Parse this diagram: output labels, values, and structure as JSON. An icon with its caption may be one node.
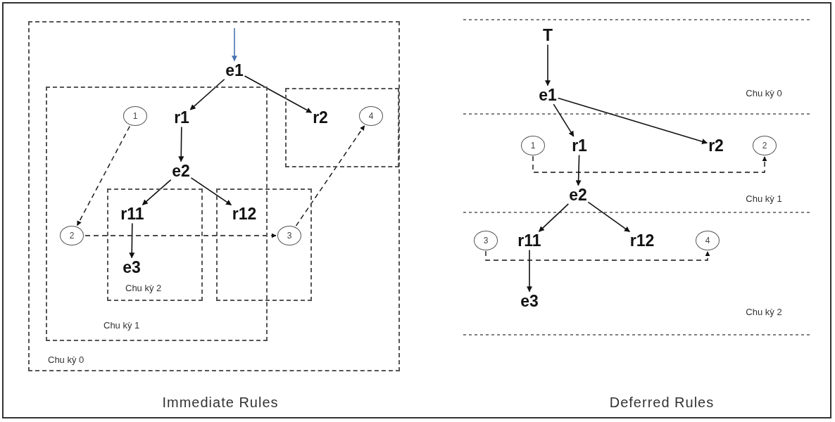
{
  "diagram": {
    "nodes": [
      {
        "text": [
          "Chu kỳ 0"
        ]
      },
      {
        "text": [
          "e1"
        ],
        "in": 0
      },
      {
        "text": [
          "Chu kỳ 1"
        ],
        "in": 0
      },
      {
        "text": [
          "1"
        ],
        "in": 2
      },
      {
        "text": [
          "r1"
        ],
        "in": 2
      },
      {
        "text": [],
        "shape": "box",
        "in": 0
      },
      {
        "text": [
          "r2"
        ],
        "in": 5
      },
      {
        "text": [
          "4"
        ],
        "in": 5
      },
      {
        "text": [
          "e2"
        ],
        "in": 2
      },
      {
        "text": [
          "Chu kỳ 2"
        ],
        "in": 2
      },
      {
        "text": [
          "r11"
        ],
        "in": 9
      },
      {
        "text": [],
        "shape": "box",
        "in": 0
      },
      {
        "text": [
          "r12"
        ]
      },
      {
        "text": [
          "2"
        ],
        "in": 2
      },
      {
        "text": [
          "3"
        ],
        "in": 11
      },
      {
        "text": [
          "e3"
        ],
        "in": 9
      },
      {
        "text": [
          "T"
        ]
      },
      {
        "text": [
          "e1"
        ]
      },
      {
        "text": [
          "1"
        ]
      },
      {
        "text": [
          "r1"
        ]
      },
      {
        "text": [
          "r2"
        ]
      },
      {
        "text": [
          "2"
        ]
      },
      {
        "text": [
          "e2"
        ]
      },
      {
        "text": [
          "3"
        ]
      },
      {
        "text": [
          "r11"
        ]
      },
      {
        "text": [
          "r12"
        ]
      },
      {
        "text": [
          "4"
        ]
      },
      {
        "text": [
          "e3"
        ]
      }
    ],
    "edges": [
      {
        "from": null,
        "to": 1,
        "arrow": "to",
        "color": "#4a72b0"
      },
      {
        "from": 1,
        "to": 4,
        "arrow": "to"
      },
      {
        "from": 1,
        "to": 6,
        "arrow": "to"
      },
      {
        "from": 4,
        "to": 8,
        "arrow": "to"
      },
      {
        "from": 8,
        "to": 10,
        "arrow": "to"
      },
      {
        "from": 8,
        "to": 12,
        "arrow": "to"
      },
      {
        "from": 10,
        "to": 15,
        "arrow": "to"
      },
      {
        "from": 3,
        "to": 13,
        "arrow": "to",
        "style": "dashed"
      },
      {
        "from": 13,
        "to": 14,
        "arrow": "to",
        "style": "dashed"
      },
      {
        "from": 14,
        "to": 7,
        "arrow": "to",
        "style": "dashed"
      },
      {
        "from": 16,
        "to": 17,
        "arrow": "to"
      },
      {
        "from": 17,
        "to": 19,
        "arrow": "to"
      },
      {
        "from": 17,
        "to": 20,
        "arrow": "to"
      },
      {
        "from": 19,
        "to": 22,
        "arrow": "to"
      },
      {
        "from": 22,
        "to": 24,
        "arrow": "to"
      },
      {
        "from": 22,
        "to": 25,
        "arrow": "to"
      },
      {
        "from": 24,
        "to": 27,
        "arrow": "to"
      },
      {
        "from": 18,
        "to": 21,
        "arrow": "to",
        "style": "dashed"
      },
      {
        "from": 23,
        "to": 26,
        "arrow": "to",
        "style": "dashed"
      }
    ],
    "labels": [
      "Chu kỳ 0",
      "Chu kỳ 1",
      "Chu kỳ 2",
      "Immediate Rules",
      "Deferred Rules"
    ]
  }
}
